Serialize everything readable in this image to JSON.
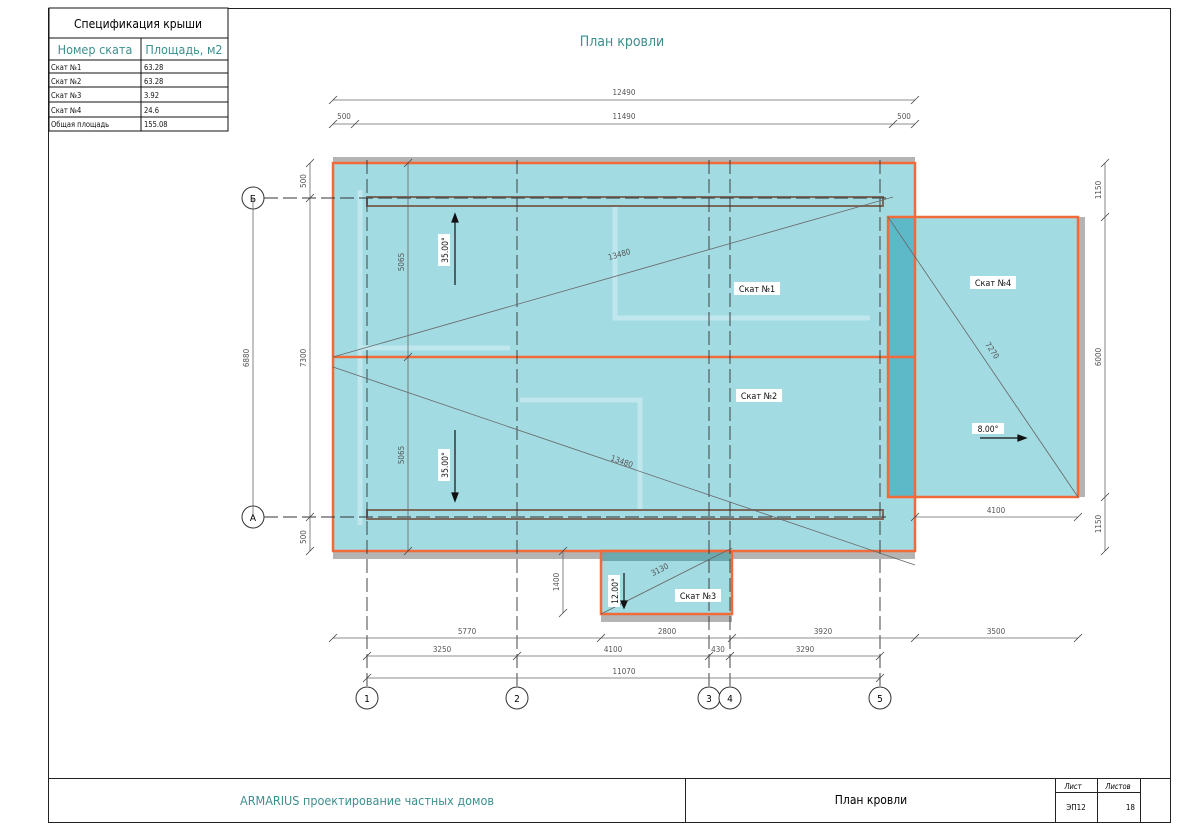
{
  "sheet_title": "План кровли",
  "spec_table": {
    "title": "Спецификация крыши",
    "headers": [
      "Номер ската",
      "Площадь, м2"
    ],
    "rows": [
      [
        "Скат №1",
        "63.28"
      ],
      [
        "Скат №2",
        "63.28"
      ],
      [
        "Скат №3",
        "3.92"
      ],
      [
        "Скат №4",
        "24.6"
      ],
      [
        "Общая площадь",
        "155.08"
      ]
    ]
  },
  "slopes": {
    "s1": "Скат №1",
    "s2": "Скат №2",
    "s3": "Скат №3",
    "s4": "Скат №4"
  },
  "angles": {
    "a1": "35.00°",
    "a2": "35.00°",
    "a3": "12.00°",
    "a4": "8.00°"
  },
  "dimensions": {
    "top_total": "12490",
    "top_left": "500",
    "top_mid": "11490",
    "top_right": "500",
    "bottom_row1": [
      "5770",
      "2800",
      "3920",
      "3500"
    ],
    "bottom_row2": [
      "3250",
      "4100",
      "430",
      "3290"
    ],
    "bottom_row3": "11070",
    "left_axes": "6880",
    "left_total": "7300",
    "left_top": "500",
    "left_bottom": "500",
    "inner1": "5065",
    "inner2": "5065",
    "right_top": "1150",
    "right_mid": "6000",
    "right_bottom": "1150",
    "right_width": "4100",
    "diag1": "13480",
    "diag2": "13480",
    "diag4": "7270",
    "diag3": "3130",
    "s3_height": "1400"
  },
  "axes": {
    "x": [
      "1",
      "2",
      "3",
      "4",
      "5"
    ],
    "y": [
      "Б",
      "А"
    ]
  },
  "title_block": {
    "company": "ARMARIUS проектирование частных домов",
    "drawing": "План кровли",
    "sheet_label": "Лист",
    "sheets_label": "Листов",
    "sheet": "ЭП12",
    "sheets": "18"
  },
  "colors": {
    "roof": "#a3dbe3",
    "outline": "#f06a3a",
    "shadow": "#b4b4b4",
    "accent": "#3d8f8f"
  }
}
